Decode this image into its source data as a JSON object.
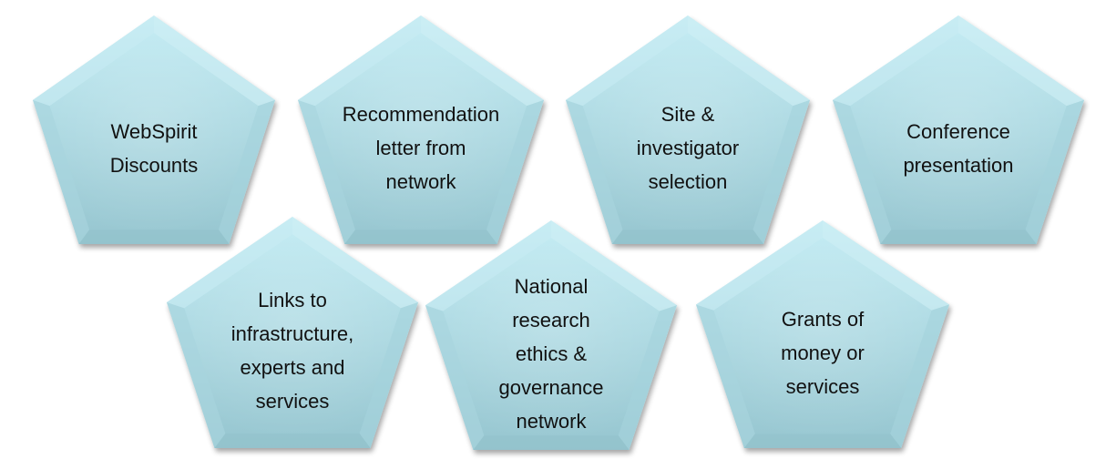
{
  "colors": {
    "fill_top": "#b9e6ef",
    "fill_bottom": "#9ac9d3",
    "edge_light": "#dff6fb",
    "edge_dark": "#7fb3be",
    "shadow": "#c9c9c9"
  },
  "pentagons": [
    {
      "lines": [
        "WebSpirit",
        "Discounts"
      ]
    },
    {
      "lines": [
        "Recommendation",
        "letter from",
        "network"
      ]
    },
    {
      "lines": [
        "Site &",
        "investigator",
        "selection"
      ]
    },
    {
      "lines": [
        "Conference",
        "presentation"
      ]
    },
    {
      "lines": [
        "Links to",
        "infrastructure,",
        "experts and",
        "services"
      ]
    },
    {
      "lines": [
        "National",
        "research",
        "ethics &",
        "governance",
        "network"
      ]
    },
    {
      "lines": [
        "Grants of",
        "money or",
        "services"
      ]
    }
  ]
}
